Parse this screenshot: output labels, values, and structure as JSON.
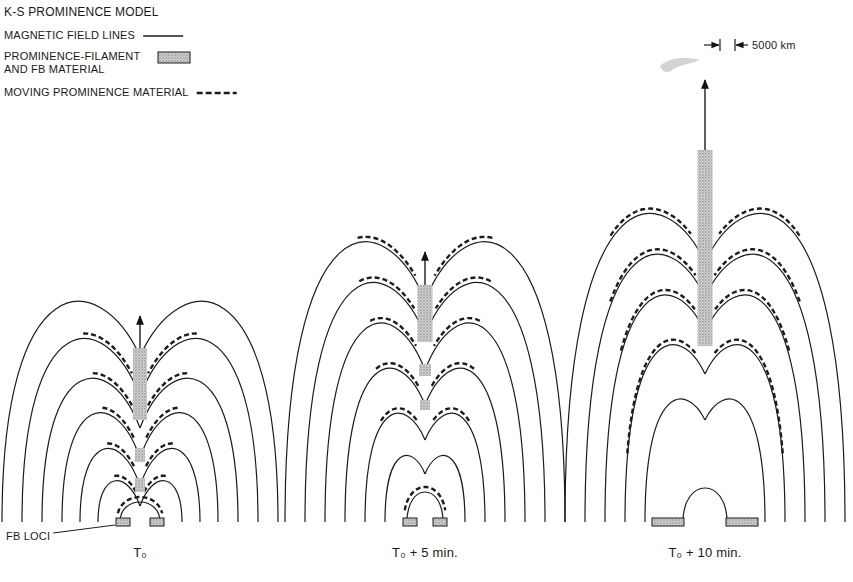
{
  "diagram": {
    "title": "K-S PROMINENCE MODEL",
    "labels": [
      "5000 km",
      "FB LOCI",
      "T₀",
      "T₀ + 5 min.",
      "T₀ + 10 min."
    ],
    "legend": [
      {
        "text": "MAGNETIC FIELD LINES"
      },
      {
        "text": "PROMINENCE-FILAMENT AND FB MATERIAL"
      },
      {
        "text": "MOVING PROMINENCE MATERIAL"
      }
    ]
  }
}
